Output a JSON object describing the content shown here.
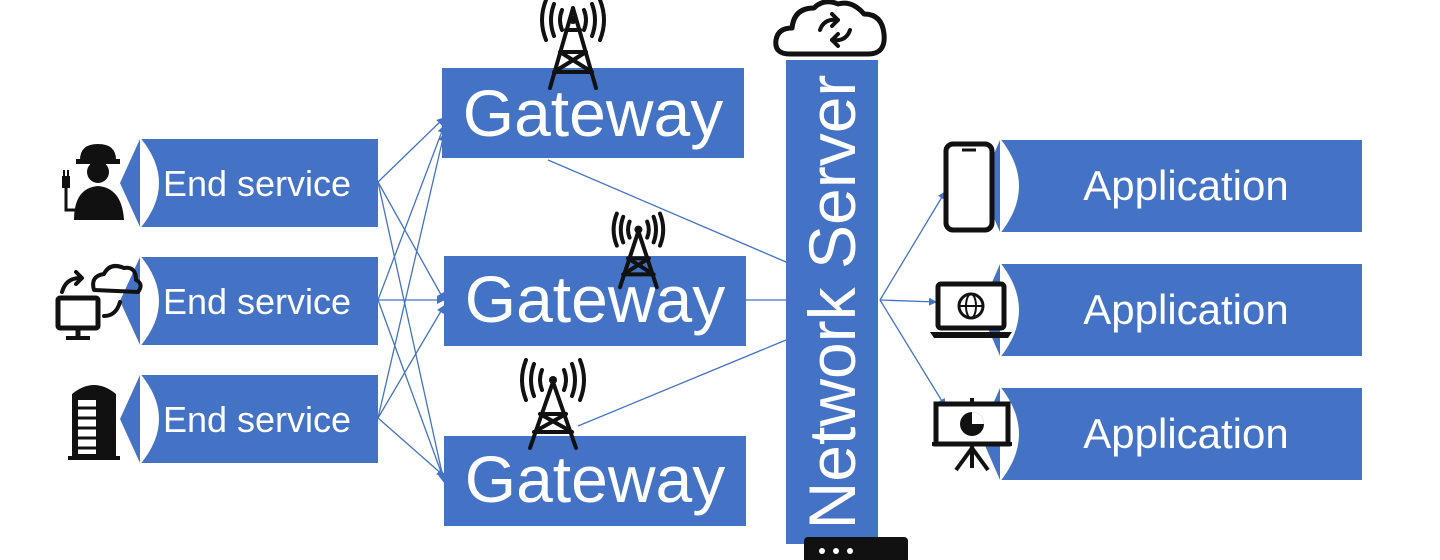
{
  "diagram": {
    "end_services": [
      {
        "label": "End service",
        "icon": "electrician-icon"
      },
      {
        "label": "End service",
        "icon": "computer-cloud-sync-icon"
      },
      {
        "label": "End service",
        "icon": "cabinet-icon"
      }
    ],
    "gateways": [
      {
        "label": "Gateway",
        "icon": "cell-tower-icon"
      },
      {
        "label": "Gateway",
        "icon": "cell-tower-icon"
      },
      {
        "label": "Gateway",
        "icon": "cell-tower-icon"
      }
    ],
    "network_server": {
      "label": "Network Server",
      "top_icon": "cloud-sync-icon",
      "bottom_icon": "server-rack-icon"
    },
    "applications": [
      {
        "label": "Application",
        "icon": "smartphone-icon"
      },
      {
        "label": "Application",
        "icon": "laptop-globe-icon"
      },
      {
        "label": "Application",
        "icon": "presentation-board-icon"
      }
    ],
    "colors": {
      "box": "#4472c4",
      "text": "#ffffff",
      "icon": "#111111"
    }
  }
}
